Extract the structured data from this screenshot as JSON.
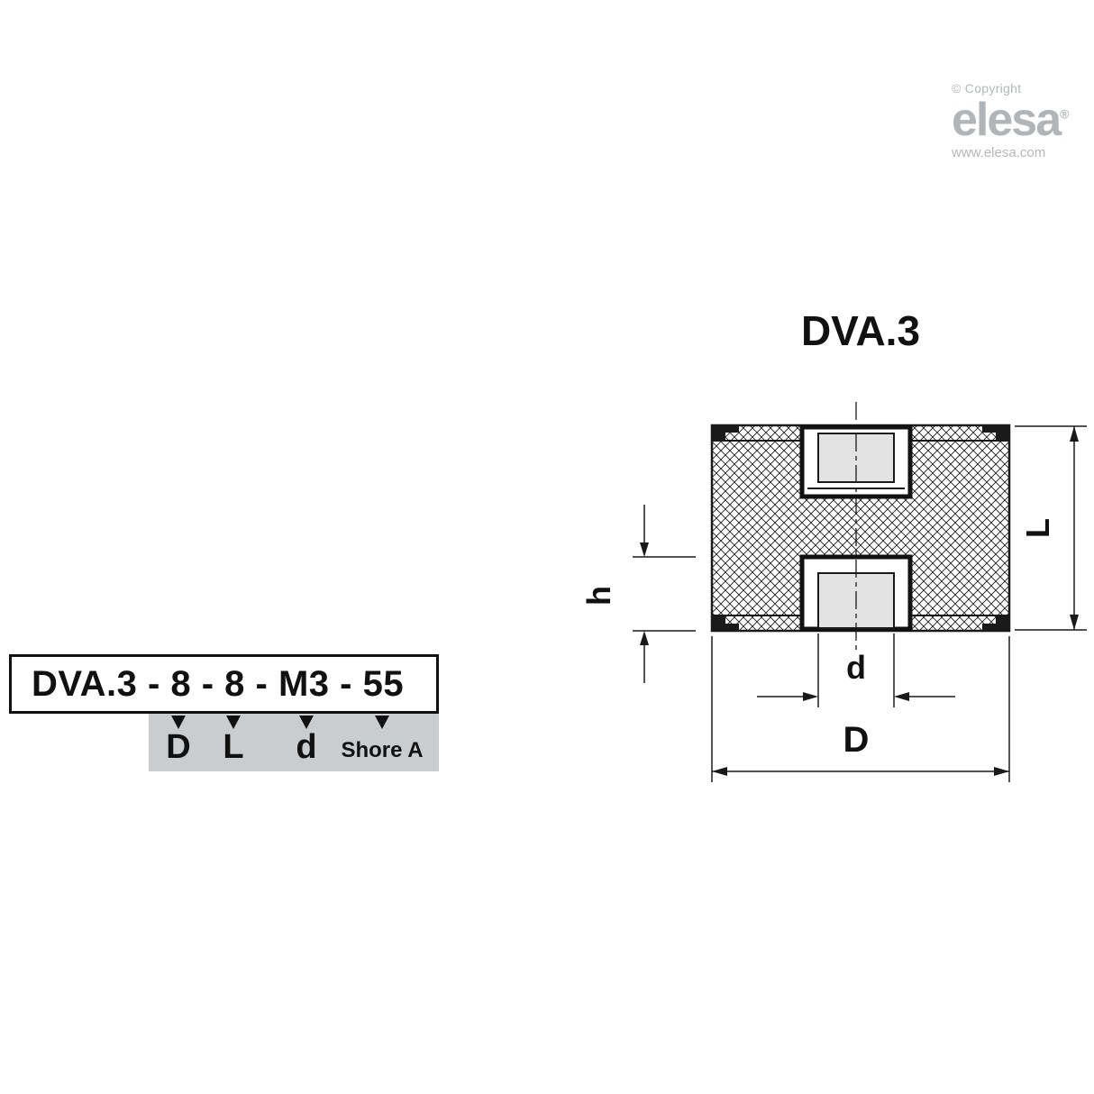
{
  "branding": {
    "copyright": "© Copyright",
    "logo_text": "elesa",
    "registered_mark": "®",
    "website": "www.elesa.com"
  },
  "product": {
    "title": "DVA.3"
  },
  "drawing": {
    "type": "technical-cross-section",
    "description": "Cylindrical vibration damper, crosshatched rubber body with two threaded metal inserts",
    "dimension_labels": {
      "length": "L",
      "thread_depth": "h",
      "thread_diameter": "d",
      "outer_diameter": "D"
    }
  },
  "order_code": {
    "code": "DVA.3 - 8 - 8 - M3 - 55",
    "legend": [
      {
        "symbol": "D"
      },
      {
        "symbol": "L"
      },
      {
        "symbol": "d"
      },
      {
        "symbol": "Shore A"
      }
    ]
  },
  "colors": {
    "line": "#1a1a1a",
    "legend_gray": "#c9cdcf",
    "logo_gray": "#b1b5b7",
    "hole_fill": "#e3e3e3",
    "background": "#ffffff"
  }
}
